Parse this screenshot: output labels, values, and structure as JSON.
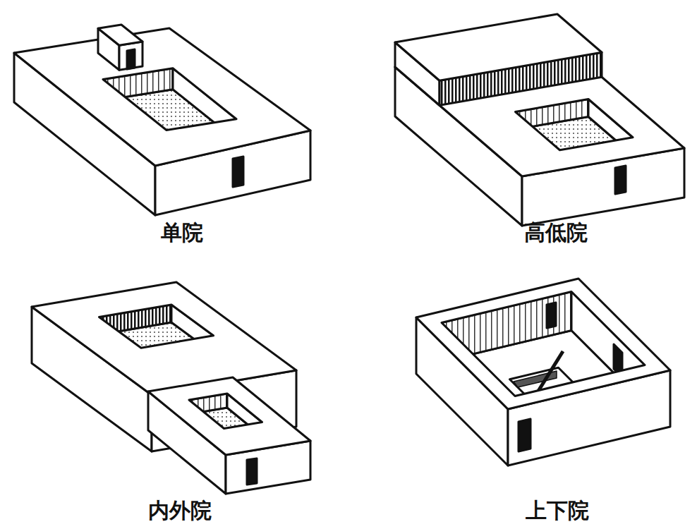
{
  "diagram": {
    "labels": [
      "单院",
      "高低院",
      "内外院",
      "上下院"
    ]
  }
}
